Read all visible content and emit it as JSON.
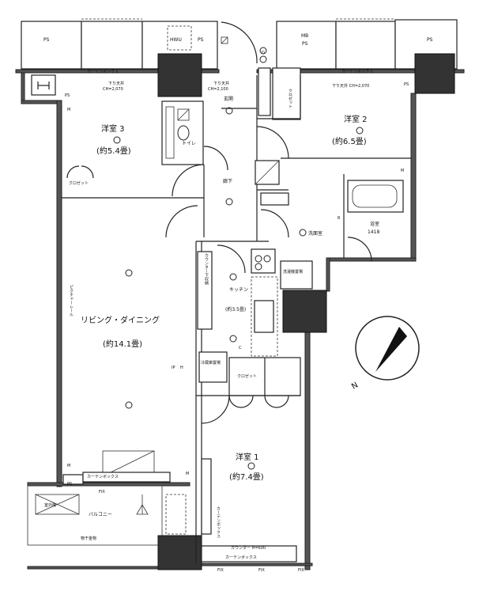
{
  "plan": {
    "rooms": {
      "western3": {
        "name": "洋室 3",
        "size": "(約5.4畳)"
      },
      "western2": {
        "name": "洋室 2",
        "size": "(約6.5畳)"
      },
      "western1": {
        "name": "洋室 1",
        "size": "(約7.4畳)"
      },
      "living": {
        "name": "リビング・ダイニング",
        "size": "(約14.1畳)"
      },
      "kitchen": {
        "name": "キッチン",
        "size": "(約3.5畳)"
      },
      "toilet": "トイレ",
      "entrance": "玄関",
      "hallway": "廊下",
      "washroom": "洗面室",
      "bath": {
        "name": "浴室",
        "size": "1418"
      },
      "balcony": "バルコニー"
    },
    "labels": {
      "ps": "PS",
      "hwu": "HWU",
      "mb": "MB",
      "curtain_box": "カーテンボックス",
      "ceiling_left": "下り天井",
      "ceiling_left_ch": "CH=2,070",
      "ceiling_entry": "下り天井",
      "ceiling_entry_ch": "CH=2,100",
      "ceiling_right": "下り天井 CH=2,070",
      "closet": "クロゼット",
      "closet_v": "クロゼット",
      "counter_storage": "カウンター下収納",
      "washer": "洗濯機置場",
      "fridge": "冷蔵庫置場",
      "picture_rail": "ピクチャーレール",
      "counter": "カウンター H=600",
      "fix": "FIX",
      "laundry_hardware": "物干金物",
      "curtain_box_v": "カーテンボックス",
      "m": "M",
      "d": "D",
      "r": "R",
      "c": "C",
      "ip": "IP",
      "h": "H",
      "outdoor_unit": "室外機"
    },
    "compass": {
      "label": "N"
    }
  }
}
